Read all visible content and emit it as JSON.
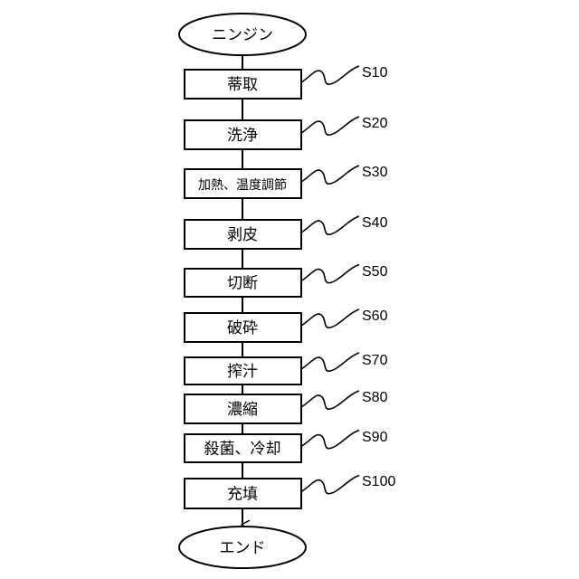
{
  "flowchart": {
    "start": "ニンジン",
    "end": "エンド",
    "steps": [
      {
        "label": "蒂取",
        "code": "S10"
      },
      {
        "label": "洗浄",
        "code": "S20"
      },
      {
        "label": "加熱、温度調節",
        "code": "S30"
      },
      {
        "label": "剥皮",
        "code": "S40"
      },
      {
        "label": "切断",
        "code": "S50"
      },
      {
        "label": "破砕",
        "code": "S60"
      },
      {
        "label": "搾汁",
        "code": "S70"
      },
      {
        "label": "濃縮",
        "code": "S80"
      },
      {
        "label": "殺菌、冷却",
        "code": "S90"
      },
      {
        "label": "充填",
        "code": "S100"
      }
    ]
  }
}
